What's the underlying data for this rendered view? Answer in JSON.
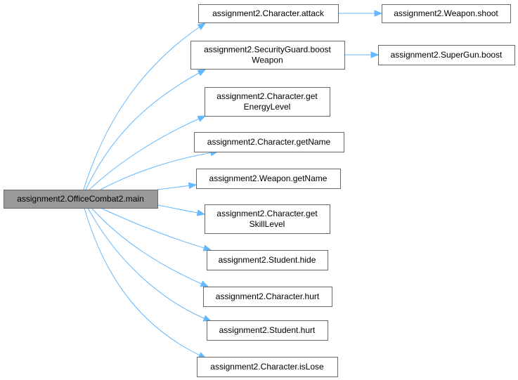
{
  "colors": {
    "root_fill": "#999999",
    "node_fill": "#ffffff",
    "node_border": "#666666",
    "edge": "#63B8FF"
  },
  "nodes": [
    {
      "id": "main",
      "lines": [
        "assignment2.OfficeCombat2.main"
      ],
      "root": true
    },
    {
      "id": "attack",
      "lines": [
        "assignment2.Character.attack"
      ]
    },
    {
      "id": "shoot",
      "lines": [
        "assignment2.Weapon.shoot"
      ]
    },
    {
      "id": "boostWeapon",
      "lines": [
        "assignment2.SecurityGuard.boost",
        "Weapon"
      ]
    },
    {
      "id": "superboost",
      "lines": [
        "assignment2.SuperGun.boost"
      ]
    },
    {
      "id": "getEnergy",
      "lines": [
        "assignment2.Character.get",
        "EnergyLevel"
      ]
    },
    {
      "id": "charGetName",
      "lines": [
        "assignment2.Character.getName"
      ]
    },
    {
      "id": "weapGetName",
      "lines": [
        "assignment2.Weapon.getName"
      ]
    },
    {
      "id": "getSkill",
      "lines": [
        "assignment2.Character.get",
        "SkillLevel"
      ]
    },
    {
      "id": "hide",
      "lines": [
        "assignment2.Student.hide"
      ]
    },
    {
      "id": "charHurt",
      "lines": [
        "assignment2.Character.hurt"
      ]
    },
    {
      "id": "studHurt",
      "lines": [
        "assignment2.Student.hurt"
      ]
    },
    {
      "id": "isLose",
      "lines": [
        "assignment2.Character.isLose"
      ]
    }
  ],
  "edges": [
    [
      "main",
      "attack"
    ],
    [
      "main",
      "boostWeapon"
    ],
    [
      "main",
      "getEnergy"
    ],
    [
      "main",
      "charGetName"
    ],
    [
      "main",
      "weapGetName"
    ],
    [
      "main",
      "getSkill"
    ],
    [
      "main",
      "hide"
    ],
    [
      "main",
      "charHurt"
    ],
    [
      "main",
      "studHurt"
    ],
    [
      "main",
      "isLose"
    ],
    [
      "attack",
      "shoot"
    ],
    [
      "boostWeapon",
      "superboost"
    ]
  ]
}
